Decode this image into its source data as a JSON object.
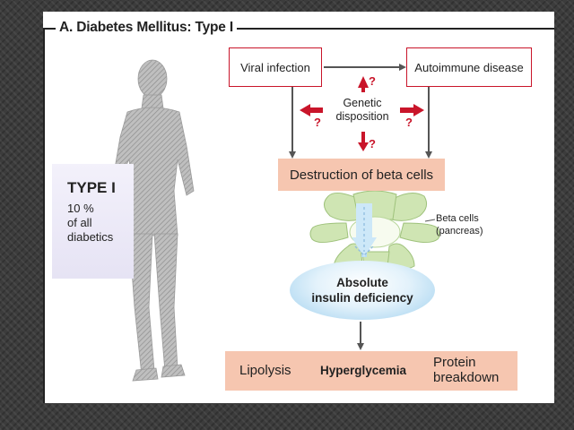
{
  "title": "A. Diabetes Mellitus: Type I",
  "panel": {
    "heading": "TYPE I",
    "line1": "10 %",
    "line2": "of all",
    "line3": "diabetics"
  },
  "diagram": {
    "viral": "Viral infection",
    "autoimmune": "Autoimmune disease",
    "genetic_line1": "Genetic",
    "genetic_line2": "disposition",
    "question": "?",
    "destruction": "Destruction of beta cells",
    "beta_line1": "Beta cells",
    "beta_line2": "(pancreas)",
    "deficiency_line1": "Absolute",
    "deficiency_line2": "insulin deficiency",
    "lipolysis": "Lipolysis",
    "hyperglycemia": "Hyperglycemia",
    "protein_line1": "Protein",
    "protein_line2": "breakdown"
  },
  "colors": {
    "accent_red": "#c9152a",
    "salmon": "#f6c6b0",
    "arrow_gray": "#555555",
    "cell_green": "#cfe5b3",
    "deficiency_blue": "#9fd0ee"
  }
}
